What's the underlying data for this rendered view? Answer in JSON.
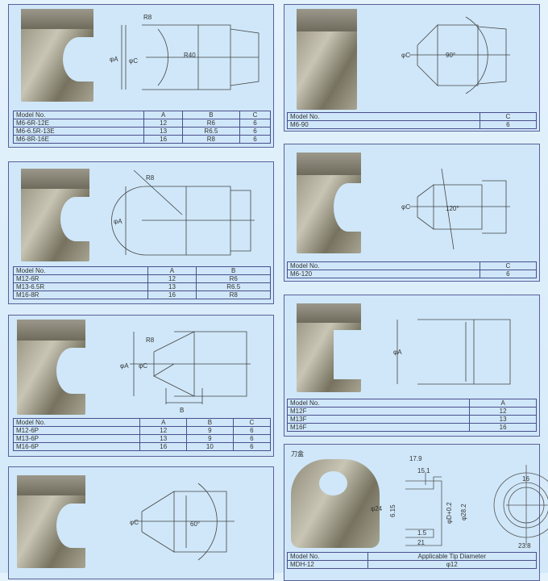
{
  "colors": {
    "panel": "#cfe7f9",
    "border": "#4a4e8c"
  },
  "panels": [
    {
      "id": "p1",
      "drawing_labels": [
        "R8",
        "R40",
        "φA",
        "φC"
      ],
      "table": {
        "headers": [
          "Model No.",
          "A",
          "B",
          "C"
        ],
        "rows": [
          [
            "M6-6R-12E",
            "12",
            "R6",
            "6"
          ],
          [
            "M6-6.5R-13E",
            "13",
            "R6.5",
            "6"
          ],
          [
            "M6-8R-16E",
            "16",
            "R8",
            "6"
          ]
        ]
      }
    },
    {
      "id": "p2",
      "drawing_labels": [
        "R8",
        "φA"
      ],
      "table": {
        "headers": [
          "Model No.",
          "A",
          "B"
        ],
        "rows": [
          [
            "M12-6R",
            "12",
            "R6"
          ],
          [
            "M13-6.5R",
            "13",
            "R6.5"
          ],
          [
            "M16-8R",
            "16",
            "R8"
          ]
        ]
      }
    },
    {
      "id": "p3",
      "drawing_labels": [
        "R8",
        "φA",
        "φC",
        "B"
      ],
      "table": {
        "headers": [
          "Model No.",
          "A",
          "B",
          "C"
        ],
        "rows": [
          [
            "M12-6P",
            "12",
            "9",
            "6"
          ],
          [
            "M13-6P",
            "13",
            "9",
            "6"
          ],
          [
            "M16-6P",
            "16",
            "10",
            "6"
          ]
        ]
      }
    },
    {
      "id": "p4",
      "drawing_labels": [
        "φC",
        "60°"
      ]
    },
    {
      "id": "r1",
      "drawing_labels": [
        "φC",
        "90°"
      ],
      "table": {
        "headers": [
          "Model No.",
          "C"
        ],
        "rows": [
          [
            "M6-90",
            "6"
          ]
        ]
      }
    },
    {
      "id": "r2",
      "drawing_labels": [
        "φC",
        "120°"
      ],
      "table": {
        "headers": [
          "Model No.",
          "C"
        ],
        "rows": [
          [
            "M6-120",
            "6"
          ]
        ]
      }
    },
    {
      "id": "r3",
      "drawing_labels": [
        "φA"
      ],
      "table": {
        "headers": [
          "Model No.",
          "A"
        ],
        "rows": [
          [
            "M12F",
            "12"
          ],
          [
            "M13F",
            "13"
          ],
          [
            "M16F",
            "16"
          ]
        ]
      }
    },
    {
      "id": "r4",
      "title": "刀盒",
      "drawing_labels": [
        "17.9",
        "15.1",
        "φ24",
        "6.15",
        "φD+0.2",
        "φ28.2",
        "1.5",
        "21",
        "16",
        "23.8"
      ],
      "table": {
        "headers": [
          "Model No.",
          "Applicable Tip Diameter"
        ],
        "rows": [
          [
            "MDH-12",
            "φ12"
          ]
        ]
      }
    }
  ]
}
